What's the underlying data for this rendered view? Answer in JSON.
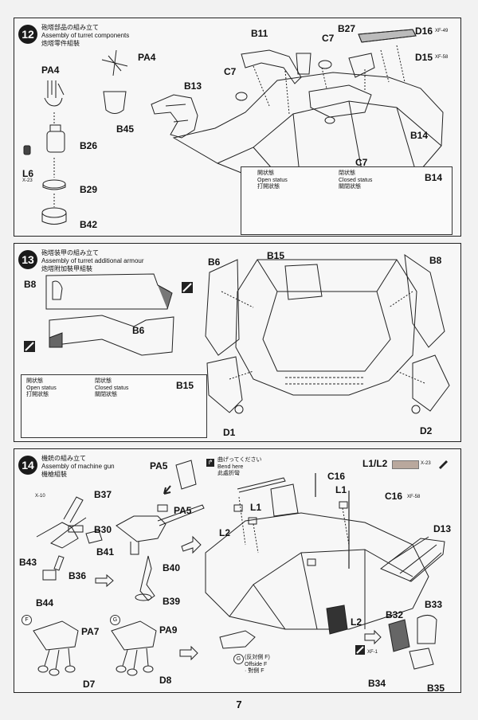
{
  "page_number": "7",
  "step12": {
    "number": "12",
    "title_jp": "砲塔部品の組み立て",
    "title_en": "Assembly of turret components",
    "title_cn": "炮塔零件組裝",
    "labels": {
      "pa4_a": "PA4",
      "pa4_b": "PA4",
      "b45": "B45",
      "b26": "B26",
      "l6": "L6",
      "l6_note": "X-23",
      "b29": "B29",
      "b42": "B42",
      "b13": "B13",
      "b11": "B11",
      "c7_a": "C7",
      "c7_b": "C7",
      "b27": "B27",
      "d16": "D16",
      "d16_note": "XF-49",
      "d15": "D15",
      "d15_note": "XF-58",
      "b14": "B14",
      "c7_c": "C7",
      "b14_inset": "B14"
    },
    "inset": {
      "open_jp": "開状態",
      "open_en": "Open status",
      "open_cn": "打開狀態",
      "closed_jp": "閉状態",
      "closed_en": "Closed status",
      "closed_cn": "關閉狀態"
    }
  },
  "step13": {
    "number": "13",
    "title_jp": "砲塔装甲の組み立て",
    "title_en": "Assembly of turret additional armour",
    "title_cn": "炮塔附加裝甲組裝",
    "labels": {
      "b8_left": "B8",
      "b6_left": "B6",
      "b6_top": "B6",
      "b15_top": "B15",
      "b8_right": "B8",
      "d1": "D1",
      "d2": "D2",
      "b15_inset": "B15"
    },
    "inset": {
      "open_jp": "開状態",
      "open_en": "Open status",
      "open_cn": "打開狀態",
      "closed_jp": "閉状態",
      "closed_en": "Closed status",
      "closed_cn": "關閉狀態"
    }
  },
  "step14": {
    "number": "14",
    "title_jp": "機銃の組み立て",
    "title_en": "Assembly of machine gun",
    "title_cn": "機槍組裝",
    "bend": {
      "jp": "曲げってください",
      "en": "Bend here",
      "cn": "此處折彎"
    },
    "paint_callout": {
      "label": "L1/L2",
      "color_code": "X-23"
    },
    "labels": {
      "pa5_a": "PA5",
      "pa5_b": "PA5",
      "x10": "X-10",
      "b37": "B37",
      "b30": "B30",
      "b41": "B41",
      "b43": "B43",
      "b36": "B36",
      "b44": "B44",
      "b40": "B40",
      "b39": "B39",
      "c16_a": "C16",
      "l1_a": "L1",
      "l1_b": "L1",
      "c16_b": "C16",
      "c16_note": "XF-58",
      "l2_a": "L2",
      "d13": "D13",
      "l2_b": "L2",
      "b33": "B33",
      "b32": "B32",
      "xf1": "XF-1",
      "b34": "B34",
      "b35": "B35",
      "pa7": "PA7",
      "d7": "D7",
      "pa9": "PA9",
      "d8": "D8",
      "circle_f": "F",
      "circle_g": "G",
      "offside_jp": "(反対側 F)",
      "offside_en": "Offside F",
      "offside_cn": "· 對側 F",
      "circle_g2": "G"
    }
  }
}
